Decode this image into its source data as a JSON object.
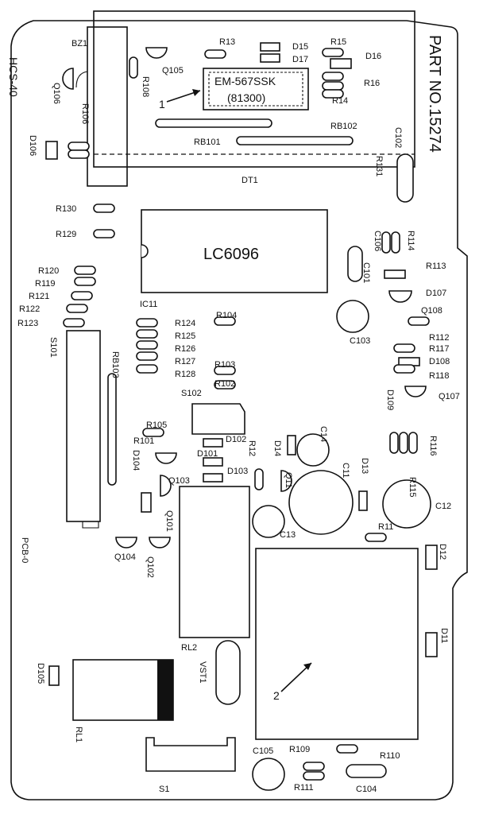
{
  "board": {
    "part_no": "PART NO.15274",
    "model": "HCS-40",
    "pcb": "PCB-0"
  },
  "chips": {
    "em": "EM-567SSK",
    "em_code": "(81300)",
    "lc": "LC6096"
  },
  "callouts": {
    "one": "1",
    "two": "2"
  },
  "labels": {
    "BZ1": "BZ1",
    "Q105": "Q105",
    "R108": "R108",
    "Q106": "Q106",
    "R106": "R106",
    "D106": "D106",
    "R13": "R13",
    "D15": "D15",
    "D17": "D17",
    "R15": "R15",
    "D16": "D16",
    "R16": "R16",
    "R14": "R14",
    "RB102": "RB102",
    "RB101": "RB101",
    "DT1": "DT1",
    "C102": "C102",
    "R131": "R131",
    "R130": "R130",
    "R129": "R129",
    "C106": "C106",
    "R114": "R114",
    "C101": "C101",
    "R113": "R113",
    "D107": "D107",
    "Q108": "Q108",
    "C103": "C103",
    "R120": "R120",
    "R119": "R119",
    "R121": "R121",
    "R122": "R122",
    "R123": "R123",
    "IC11": "IC11",
    "S101": "S101",
    "RB103": "RB103",
    "R124": "R124",
    "R125": "R125",
    "R126": "R126",
    "R127": "R127",
    "R128": "R128",
    "R104": "R104",
    "R103": "R103",
    "R102": "R102",
    "S102": "S102",
    "R112": "R112",
    "R117": "R117",
    "D108": "D108",
    "R118": "R118",
    "D109": "D109",
    "Q107": "Q107",
    "R105": "R105",
    "R101": "R101",
    "D104": "D104",
    "D102": "D102",
    "D101": "D101",
    "D103": "D103",
    "R12": "R12",
    "D14": "D14",
    "Q11": "Q11",
    "C14": "C14",
    "C11": "C11",
    "D13": "D13",
    "R116": "R116",
    "R115": "R115",
    "C12": "C12",
    "Q103": "Q103",
    "Q101": "Q101",
    "C13": "C13",
    "R11": "R11",
    "D12": "D12",
    "Q104": "Q104",
    "Q102": "Q102",
    "RL2": "RL2",
    "VST1": "VST1",
    "D11": "D11",
    "D105": "D105",
    "RL1": "RL1",
    "C105": "C105",
    "R109": "R109",
    "R110": "R110",
    "R111": "R111",
    "C104": "C104",
    "S1": "S1"
  }
}
